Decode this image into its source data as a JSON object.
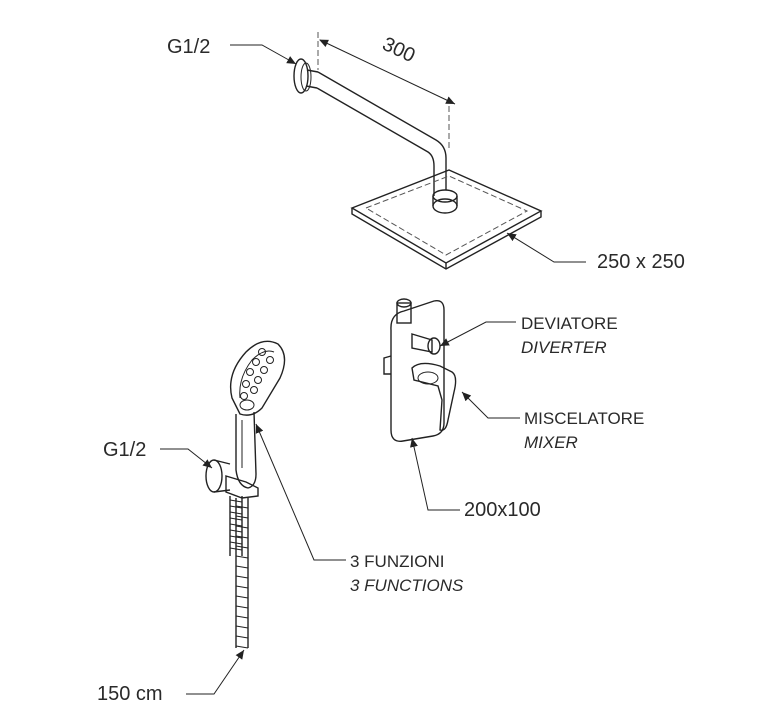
{
  "labels": {
    "top_inlet": "G1/2",
    "arm_length": "300",
    "head_size": "250 x 250",
    "diverter_it": "DEVIATORE",
    "diverter_en": "DIVERTER",
    "mixer_it": "MISCELATORE",
    "mixer_en": "MIXER",
    "plate_size": "200x100",
    "hand_inlet": "G1/2",
    "functions_it": "3 FUNZIONI",
    "functions_en": "3 FUNCTIONS",
    "hose_length": "150 cm"
  }
}
